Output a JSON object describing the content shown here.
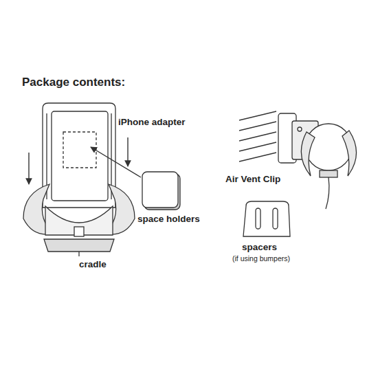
{
  "diagram": {
    "title": "Package contents:",
    "labels": [
      "iPhone adapter",
      "space holders",
      "cradle",
      "Air Vent Clip",
      "spacers",
      "(if using bumpers)"
    ]
  }
}
